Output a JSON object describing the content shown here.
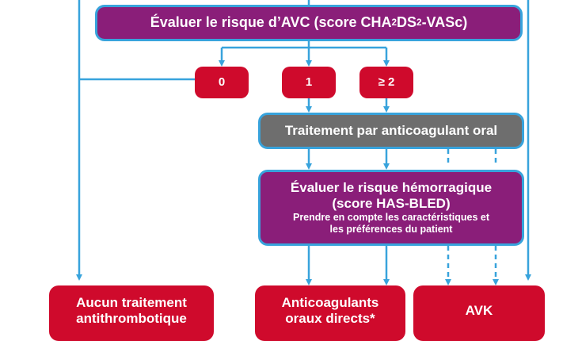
{
  "stroke_risk": {
    "prefix": "Évaluer le risque d’AVC (score CHA",
    "sub1": "2",
    "mid": "DS",
    "sub2": "2",
    "suffix": "-VASc)"
  },
  "scores": {
    "s0": "0",
    "s1": "1",
    "s2": "≥ 2"
  },
  "oral_anticoag": "Traitement par anticoagulant oral",
  "bleeding_risk": {
    "line1": "Évaluer le risque hémorragique",
    "line2": "(score HAS-BLED)",
    "line3": "Prendre en compte les caractéristiques et",
    "line4": "les préférences du patient"
  },
  "outcomes": {
    "none": {
      "line1": "Aucun traitement",
      "line2": "antithrombotique"
    },
    "doac": {
      "line1": "Anticoagulants",
      "line2": "oraux directs*"
    },
    "avk": {
      "line1": "AVK"
    }
  },
  "colors": {
    "purple": "#8a1e79",
    "red": "#cf0a2c",
    "grey": "#6e6e6e",
    "arrow_blue": "#38a3dc"
  }
}
